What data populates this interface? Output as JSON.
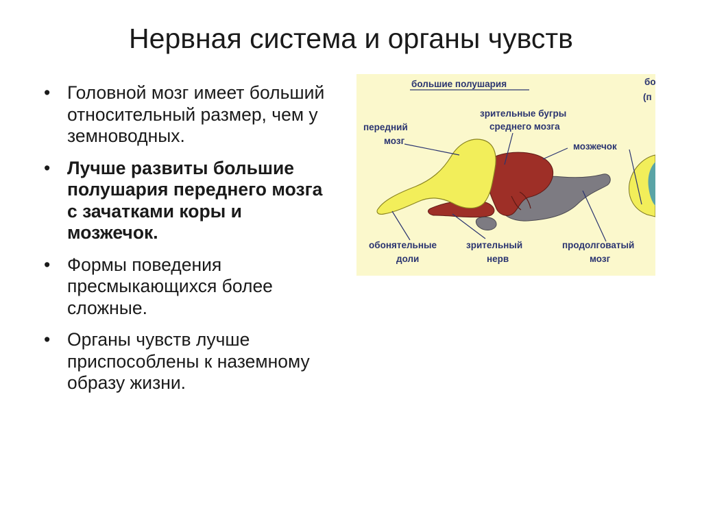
{
  "slide": {
    "title": "Нервная система и органы чувств",
    "bullets": [
      {
        "text": "Головной мозг имеет больший относительный размер, чем у земноводных.",
        "bold": false
      },
      {
        "text": "Лучше развиты большие полушария переднего мозга с зачатками коры и мозжечок.",
        "bold": true
      },
      {
        "text": "Формы поведения пресмыкающихся более сложные.",
        "bold": false
      },
      {
        "text": "Органы чувств лучше приспособлены к наземному образу жизни.",
        "bold": false
      }
    ],
    "bullet_marker": "•"
  },
  "diagram": {
    "labels": {
      "hemispheres": "большие полушария",
      "forebrain_1": "передний",
      "forebrain_2": "мозг",
      "optic_tubercles_1": "зрительные бугры",
      "optic_tubercles_2": "среднего мозга",
      "cerebellum": "мозжечок",
      "olfactory_1": "обонятельные",
      "olfactory_2": "доли",
      "optic_nerve_1": "зрительный",
      "optic_nerve_2": "нерв",
      "medulla_1": "продолговатый",
      "medulla_2": "мозг",
      "cut_right_1": "бо",
      "cut_right_2": "(п"
    },
    "colors": {
      "background": "#fbf8cc",
      "forebrain": "#f2ee5a",
      "midbrain": "#9e2f27",
      "medulla": "#7d7b82",
      "label": "#2a3470",
      "right_fragment": "#5aa4a6"
    }
  }
}
